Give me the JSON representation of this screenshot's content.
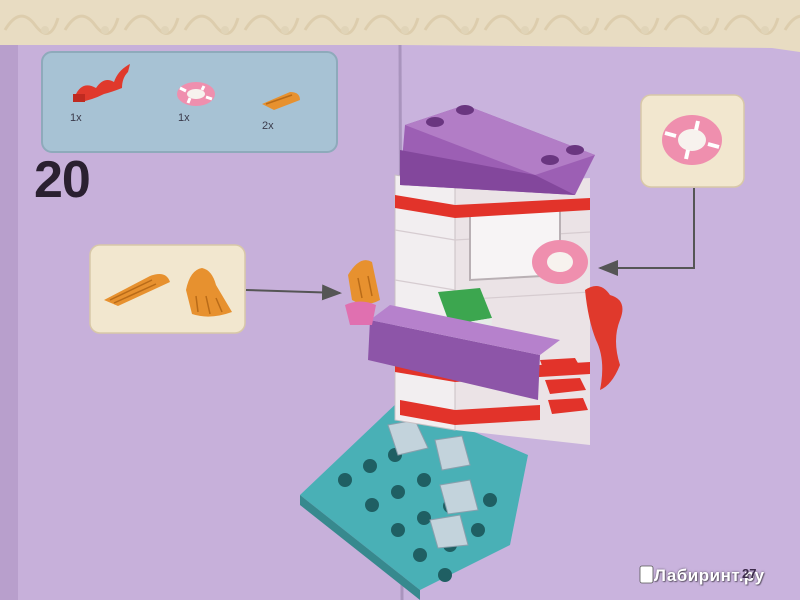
{
  "step": {
    "number": "20"
  },
  "parts_list": [
    {
      "name": "red-seaweed-plant",
      "qty": "1x"
    },
    {
      "name": "pink-life-ring",
      "qty": "1x"
    },
    {
      "name": "orange-flippers",
      "qty": "2x"
    }
  ],
  "watermark": {
    "text": "Лабиринт.ру"
  },
  "page_number": {
    "text": "27"
  },
  "colors": {
    "page": "#c9b0dc",
    "callout": "#f2e7cf",
    "parts_box": "#a7c2d4",
    "baseplate": "#4fb3b9",
    "roof": "#9c5fb4",
    "accent": "#e2332a"
  }
}
